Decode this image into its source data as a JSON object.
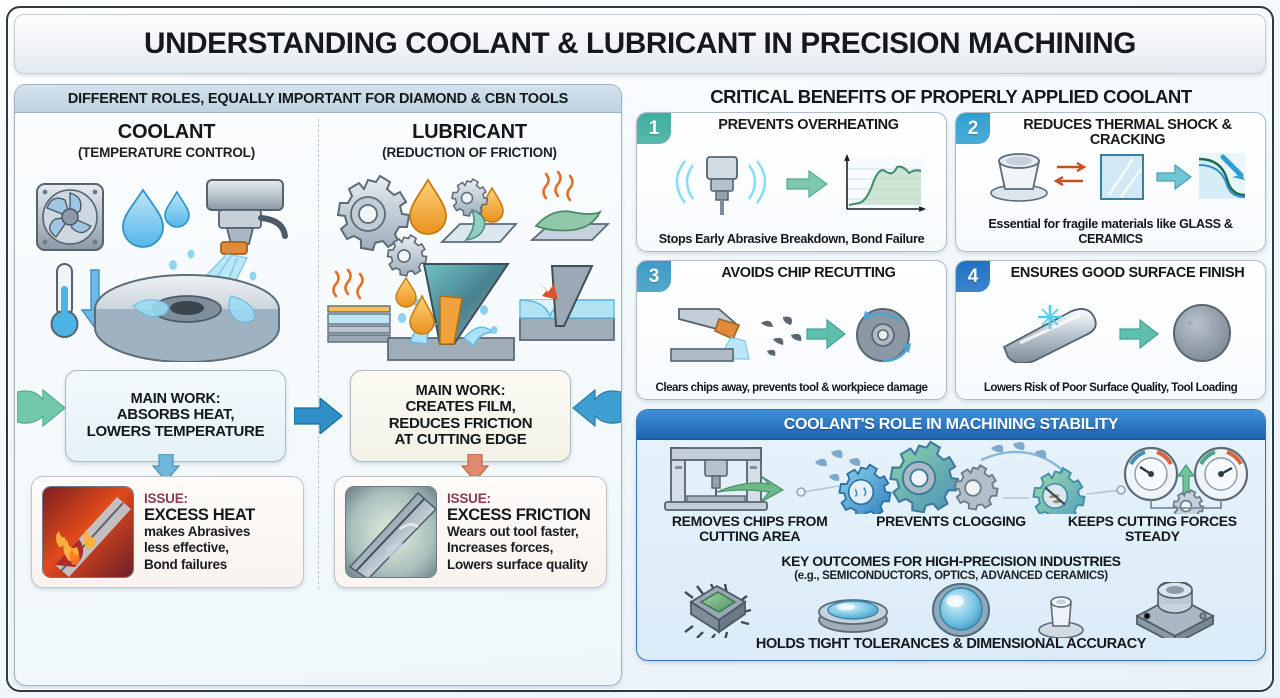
{
  "title": "UNDERSTANDING COOLANT & LUBRICANT IN PRECISION MACHINING",
  "left_panel": {
    "header": "DIFFERENT ROLES, EQUALLY IMPORTANT FOR DIAMOND & CBN TOOLS",
    "coolant": {
      "title": "COOLANT",
      "subtitle": "(TEMPERATURE CONTROL)",
      "icons": [
        "fan-icon",
        "water-drop-icon",
        "coolant-nozzle-icon",
        "thermometer-icon",
        "down-arrow-icon",
        "grinding-wheel-icon"
      ],
      "main_work_label": "MAIN WORK:",
      "main_work_lines": [
        "ABSORBS HEAT,",
        "LOWERS TEMPERATURE"
      ],
      "issue_kicker": "ISSUE:",
      "issue_head": "EXCESS HEAT",
      "issue_lines": [
        "makes Abrasives",
        "less effective,",
        "Bond failures"
      ],
      "issue_thumb": "burning-tool-icon"
    },
    "lubricant": {
      "title": "LUBRICANT",
      "subtitle": "(REDUCTION OF FRICTION)",
      "icons": [
        "gears-icon",
        "oil-drop-icon",
        "friction-surface-icon",
        "heat-waves-icon",
        "cutting-edge-film-icon"
      ],
      "main_work_label": "MAIN WORK:",
      "main_work_lines": [
        "CREATES FILM,",
        "REDUCES FRICTION",
        "AT CUTTING EDGE"
      ],
      "issue_kicker": "ISSUE:",
      "issue_head": "EXCESS FRICTION",
      "issue_lines": [
        "Wears out tool faster,",
        "Increases forces,",
        "Lowers surface quality"
      ],
      "issue_thumb": "worn-tool-icon"
    }
  },
  "right_panel": {
    "header": "CRITICAL BENEFITS OF PROPERLY APPLIED COOLANT",
    "cards": [
      {
        "number": "1",
        "badge_color": "#3fae9e",
        "title": "PREVENTS OVERHEATING",
        "caption": "Stops Early Abrasive Breakdown, Bond Failure",
        "art": "spindle-to-chart-icon"
      },
      {
        "number": "2",
        "badge_color": "#2f9fd0",
        "title": "REDUCES THERMAL SHOCK & CRACKING",
        "caption": "Essential for fragile materials like GLASS & CERAMICS",
        "art": "ceramic-glass-curve-icon"
      },
      {
        "number": "3",
        "badge_color": "#3b9bc4",
        "title": "AVOIDS CHIP RECUTTING",
        "caption": "Clears chips away, prevents tool & workpiece damage",
        "art": "nozzle-chips-wheel-icon"
      },
      {
        "number": "4",
        "badge_color": "#1f72c4",
        "title": "ENSURES GOOD SURFACE FINISH",
        "caption": "Lowers Risk of Poor Surface Quality, Tool Loading",
        "art": "polished-bar-disc-icon"
      }
    ],
    "stability": {
      "header": "COOLANT'S ROLE IN MACHINING STABILITY",
      "art_icons": [
        "cnc-machine-icon",
        "chips-icon",
        "gear-icon",
        "no-clog-gear-icon",
        "gauges-icon"
      ],
      "labels": [
        "REMOVES CHIPS FROM CUTTING AREA",
        "PREVENTS CLOGGING",
        "KEEPS CUTTING FORCES STEADY"
      ],
      "key_outcomes_title": "KEY OUTCOMES FOR HIGH-PRECISION INDUSTRIES",
      "key_outcomes_sub": "(e.g., SEMICONDUCTORS, OPTICS, ADVANCED CERAMICS)",
      "outcome_icons": [
        "microchip-icon",
        "lens-icon",
        "optic-dome-icon",
        "ceramic-pin-icon",
        "metal-housing-icon"
      ],
      "footer": "HOLDS TIGHT TOLERANCES & DIMENSIONAL ACCURACY"
    }
  }
}
